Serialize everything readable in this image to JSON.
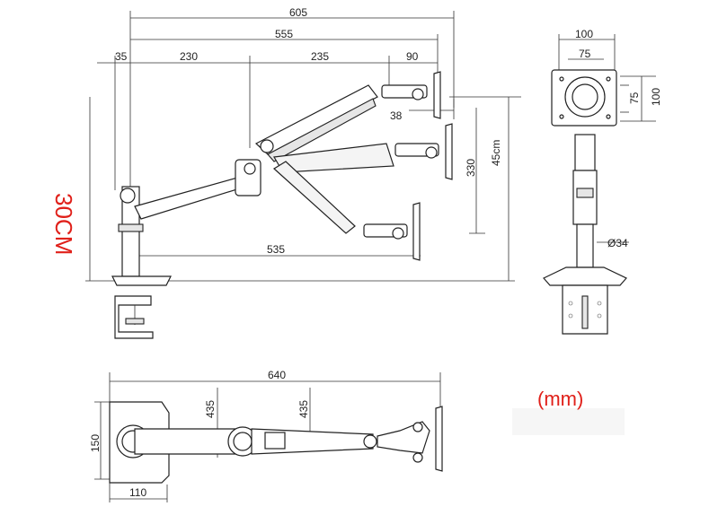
{
  "side_view": {
    "dim_605": "605",
    "dim_555": "555",
    "dim_35": "35",
    "dim_230": "230",
    "dim_235": "235",
    "dim_90": "90",
    "dim_38": "38",
    "dim_330": "330",
    "dim_45cm": "45cm",
    "dim_535": "535",
    "label_30cm": "30CM"
  },
  "front_view": {
    "dim_100_top": "100",
    "dim_75_top": "75",
    "dim_75_side": "75",
    "dim_100_side": "100",
    "dim_pole": "Ø34"
  },
  "top_view": {
    "dim_640": "640",
    "dim_435_a": "435",
    "dim_435_b": "435",
    "dim_150": "150",
    "dim_110": "110"
  },
  "unit_label": "(mm)",
  "colors": {
    "annotation_red": "#e0201a",
    "line": "#333333"
  }
}
